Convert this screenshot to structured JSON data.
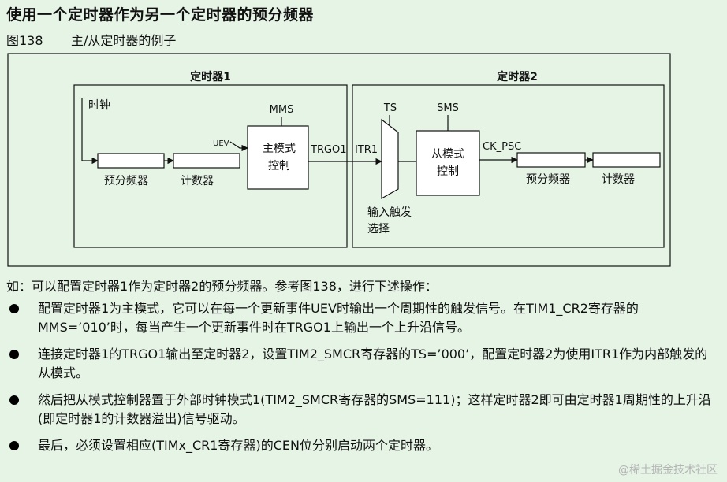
{
  "heading": "使用一个定时器作为另一个定时器的预分频器",
  "figure": {
    "number": "图138",
    "caption": "主/从定时器的例子"
  },
  "diagram": {
    "timer1": {
      "title": "定时器1",
      "clock_label": "时钟",
      "prescaler_label": "预分频器",
      "counter_label": "计数器",
      "uev_label": "UEV",
      "mms_label": "MMS",
      "master_line1": "主模式",
      "master_line2": "控制",
      "trgo_label": "TRGO1"
    },
    "timer2": {
      "title": "定时器2",
      "itr_label": "ITR1",
      "ts_label": "TS",
      "sms_label": "SMS",
      "slave_line1": "从模式",
      "slave_line2": "控制",
      "ckpsc_label": "CK_PSC",
      "prescaler_label": "预分频器",
      "counter_label": "计数器",
      "select_line1": "输入触发",
      "select_line2": "选择"
    }
  },
  "text": {
    "intro": "如：可以配置定时器1作为定时器2的预分频器。参考图138，进行下述操作：",
    "bullets": [
      "配置定时器1为主模式，它可以在每一个更新事件UEV时输出一个周期性的触发信号。在TIM1_CR2寄存器的MMS=’010’时，每当产生一个更新事件时在TRGO1上输出一个上升沿信号。",
      "连接定时器1的TRGO1输出至定时器2，设置TIM2_SMCR寄存器的TS=’000’，配置定时器2为使用ITR1作为内部触发的从模式。",
      "然后把从模式控制器置于外部时钟模式1(TIM2_SMCR寄存器的SMS=111)；这样定时器2即可由定时器1周期性的上升沿(即定时器1的计数器溢出)信号驱动。",
      "最后，必须设置相应(TIMx_CR1寄存器)的CEN位分别启动两个定时器。"
    ]
  },
  "watermark": "@稀土掘金技术社区"
}
